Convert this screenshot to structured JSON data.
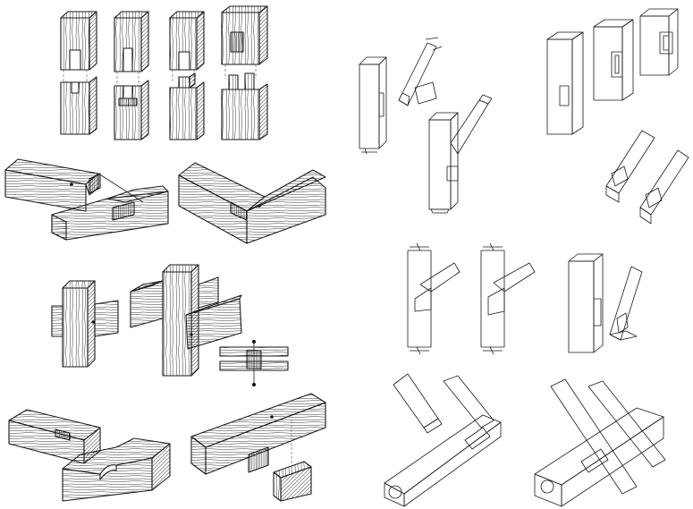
{
  "sheet": {
    "background": "#ffffff",
    "ink": "#1a1a1a",
    "left_plate_style": "hatched wood-grain engravings",
    "right_plate_style": "clean line drawings"
  },
  "joints": [
    {
      "name": "vertical-post-joints-row",
      "kind": "mortise-and-tenon splice",
      "count": 4
    },
    {
      "name": "scarf-lap-joint",
      "kind": "scarf"
    },
    {
      "name": "corner-halving-joint",
      "kind": "corner lap"
    },
    {
      "name": "cross-post-joint-small",
      "kind": "cross halving"
    },
    {
      "name": "cross-post-joint-large",
      "kind": "cross halving"
    },
    {
      "name": "cross-joint-section",
      "kind": "section"
    },
    {
      "name": "notched-beam-joint",
      "kind": "notch"
    },
    {
      "name": "beam-on-post-joint",
      "kind": "housing"
    },
    {
      "name": "brace-post-exploded",
      "kind": "brace mortise"
    },
    {
      "name": "post-brace-assembled",
      "kind": "brace"
    },
    {
      "name": "post-mortise-trio",
      "kind": "mortise"
    },
    {
      "name": "brace-tenons-pair",
      "kind": "tenon"
    },
    {
      "name": "post-brace-flat-1",
      "kind": "brace"
    },
    {
      "name": "post-brace-flat-2",
      "kind": "brace"
    },
    {
      "name": "post-brace-open-mortise",
      "kind": "brace mortise"
    },
    {
      "name": "sill-rafter-joint-left",
      "kind": "sill"
    },
    {
      "name": "sill-rafter-joint-right",
      "kind": "sill"
    }
  ]
}
